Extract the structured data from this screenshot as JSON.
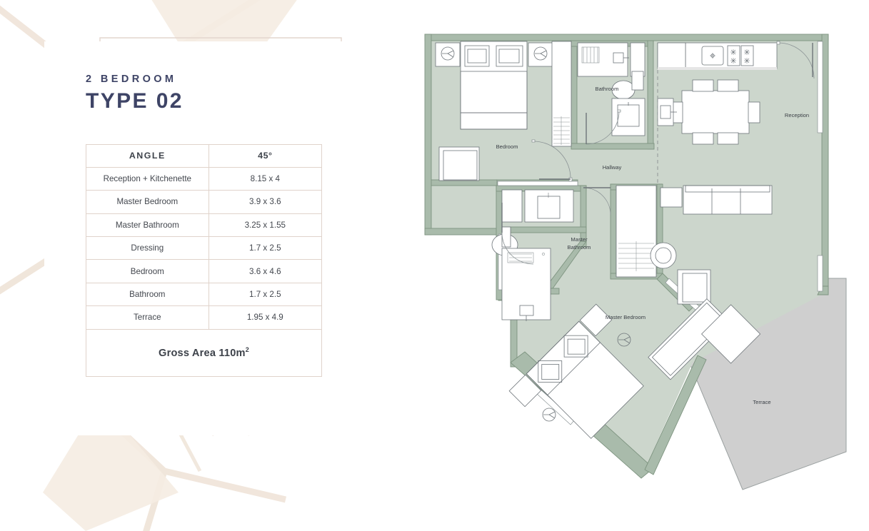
{
  "card": {
    "eyebrow": "2 BEDROOM",
    "title": "TYPE 02",
    "table": {
      "header": {
        "label": "ANGLE",
        "value": "45°"
      },
      "rows": [
        {
          "label": "Reception + Kitchenette",
          "value": "8.15 x 4"
        },
        {
          "label": "Master Bedroom",
          "value": "3.9 x 3.6"
        },
        {
          "label": "Master Bathroom",
          "value": "3.25 x 1.55"
        },
        {
          "label": "Dressing",
          "value": "1.7 x 2.5"
        },
        {
          "label": "Bedroom",
          "value": "3.6 x 4.6"
        },
        {
          "label": "Bathroom",
          "value": "1.7 x 2.5"
        },
        {
          "label": "Terrace",
          "value": "1.95 x 4.9"
        }
      ],
      "total_prefix": "Gross Area 110m",
      "total_sup": "2"
    }
  },
  "plan": {
    "labels": {
      "bedroom": "Bedroom",
      "bathroom": "Bathroom",
      "hallway": "Hallway",
      "reception": "Reception",
      "master_bathroom_line1": "Master",
      "master_bathroom_line2": "Bathroom",
      "master_bedroom": "Master Bedroom",
      "terrace": "Terrace"
    }
  },
  "colors": {
    "ink": "#3e4466",
    "text": "#43474e",
    "table_border": "#e0d3cb",
    "frame_line": "#e3d6ce",
    "floor_fill": "#ccd6cc",
    "wall_fill": "#a9bbab",
    "wall_stroke": "#7e9480",
    "furniture_fill": "#ffffff",
    "furniture_stroke": "#6e757a",
    "terrace_fill": "#cdcdcd",
    "bg_art": "#efe4d8"
  }
}
